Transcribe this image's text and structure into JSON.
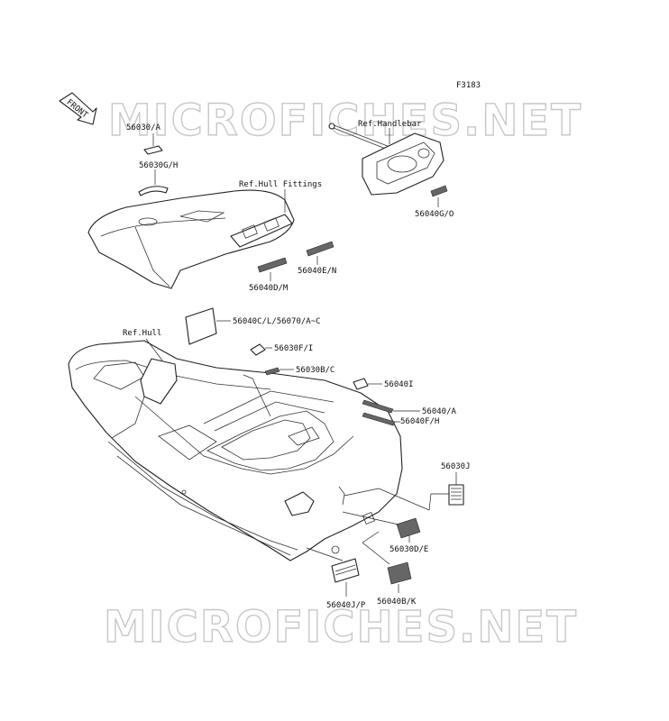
{
  "figure_code": "F3183",
  "watermark": "MICROFICHES.NET",
  "front_arrow": "FRONT",
  "references": {
    "handlebar": "Ref.Handlebar",
    "hull_fittings": "Ref.Hull Fittings",
    "hull": "Ref.Hull"
  },
  "parts": [
    "56030/A",
    "56030G/H",
    "56040G/O",
    "56040E/N",
    "56040D/M",
    "56040C/L/56070/A~C",
    "56030F/I",
    "56030B/C",
    "56040I",
    "56040/A",
    "56040F/H",
    "56030J",
    "56030D/E",
    "56040J/P",
    "56040B/K"
  ]
}
